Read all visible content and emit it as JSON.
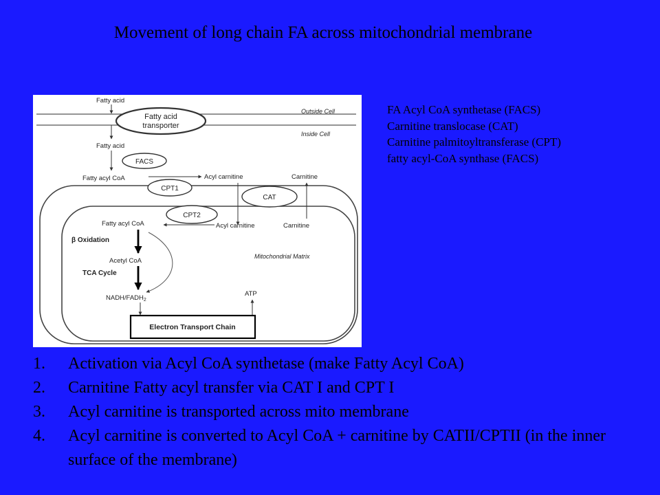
{
  "title": "Movement of long chain FA across mitochondrial membrane",
  "diagram": {
    "fatty_acid_top": "Fatty acid",
    "transporter_line1": "Fatty acid",
    "transporter_line2": "transporter",
    "outside_cell": "Outside Cell",
    "inside_cell": "Inside Cell",
    "fatty_acid_inside": "Fatty acid",
    "facs": "FACS",
    "fatty_acyl_coa_outer": "Fatty acyl CoA",
    "cpt1": "CPT1",
    "acyl_carnitine_outer": "Acyl carnitine",
    "carnitine_outer": "Carnitine",
    "cat": "CAT",
    "cpt2": "CPT2",
    "fatty_acyl_coa_inner": "Fatty acyl CoA",
    "acyl_carnitine_inner": "Acyl carnitine",
    "carnitine_inner": "Carnitine",
    "beta_oxidation": "β Oxidation",
    "acetyl_coa": "Acetyl CoA",
    "tca_cycle": "TCA Cycle",
    "nadh_fadh": "NADH/FADH",
    "nadh_sub": "2",
    "mito_matrix": "Mitochondrial Matrix",
    "atp": "ATP",
    "etc": "Electron Transport Chain"
  },
  "legend": [
    "FA Acyl CoA synthetase (FACS)",
    "Carnitine translocase (CAT)",
    "Carnitine palmitoyltransferase (CPT)",
    "fatty acyl-CoA synthase (FACS)"
  ],
  "steps": [
    {
      "num": "1.",
      "text": "Activation via Acyl CoA synthetase (make Fatty Acyl CoA)"
    },
    {
      "num": "2.",
      "text": "Carnitine Fatty acyl transfer via CAT I and CPT I"
    },
    {
      "num": "3.",
      "text": "Acyl carnitine is transported across mito membrane"
    },
    {
      "num": "4.",
      "text": "Acyl carnitine is converted to Acyl CoA + carnitine by CATII/CPTII (in the inner surface of the membrane)"
    }
  ]
}
